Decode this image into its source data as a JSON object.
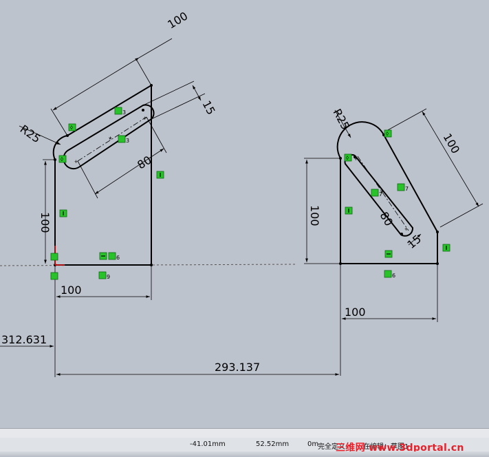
{
  "sketch": {
    "left_part": {
      "dims": {
        "len_top": "100",
        "slot_width": "15",
        "radius": "R25",
        "slot_length": "80",
        "height": "100",
        "width": "100"
      },
      "relation_indices": {
        "a": "3",
        "b": "3",
        "c": "6",
        "d": "9"
      }
    },
    "right_part": {
      "dims": {
        "radius": "R25",
        "len_side": "100",
        "height": "100",
        "slot_length": "80",
        "slot_width": "15",
        "width": "100"
      },
      "relation_indices": {
        "a": "7",
        "b": "7",
        "c": "6"
      }
    },
    "offset_dims": {
      "left_offset": "312.631",
      "between": "293.137"
    }
  },
  "status": {
    "x": "-41.01mm",
    "y": "52.52mm",
    "z": "0m",
    "state": "完全定义",
    "mode": "在编辑：草图1"
  },
  "watermark": "三维网 www.3dportal.cn"
}
